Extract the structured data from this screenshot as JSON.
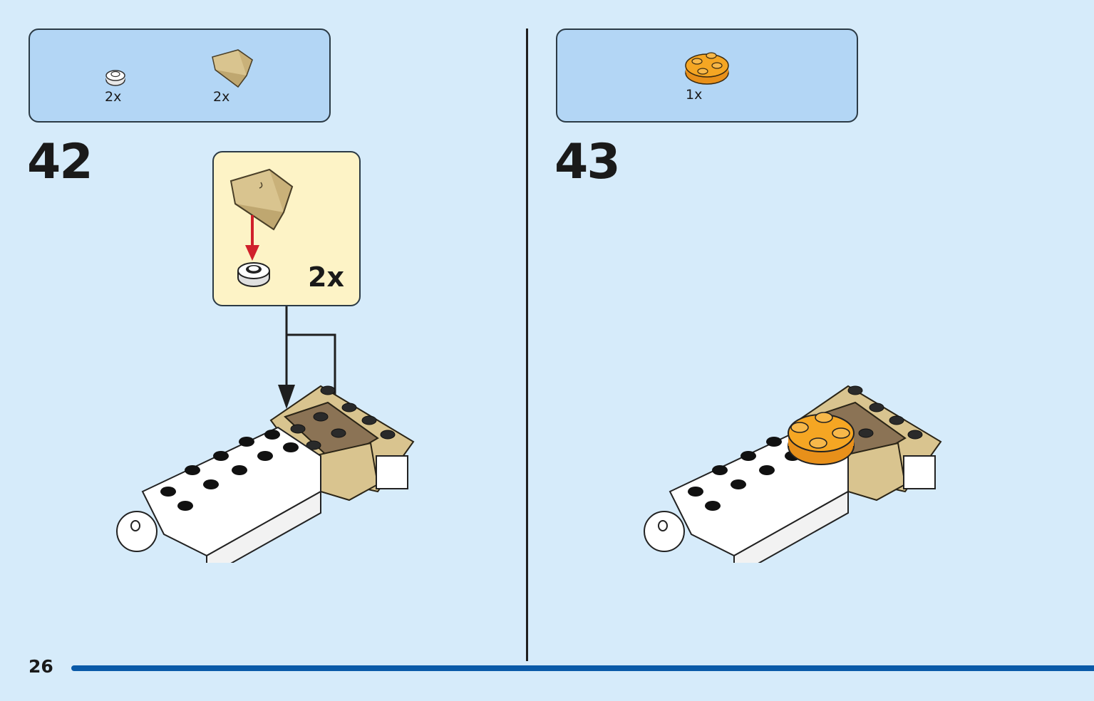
{
  "page": {
    "number": "26"
  },
  "steps": [
    {
      "number": "42",
      "parts": [
        {
          "part": "round-plate-1x1-white-icon",
          "qty": "2x"
        },
        {
          "part": "curved-slope-tan-icon",
          "qty": "2x"
        }
      ],
      "callout": {
        "qty": "2x"
      }
    },
    {
      "number": "43",
      "parts": [
        {
          "part": "round-plate-2x2-orange-icon",
          "qty": "1x"
        }
      ]
    }
  ],
  "colors": {
    "background": "#d6ebfa",
    "parts_box": "#b3d6f5",
    "callout": "#fdf3c6",
    "tan": "#d9c48f",
    "orange": "#f5a623",
    "accent_bar": "#0a5aa8",
    "arrow_red": "#d0202a"
  }
}
